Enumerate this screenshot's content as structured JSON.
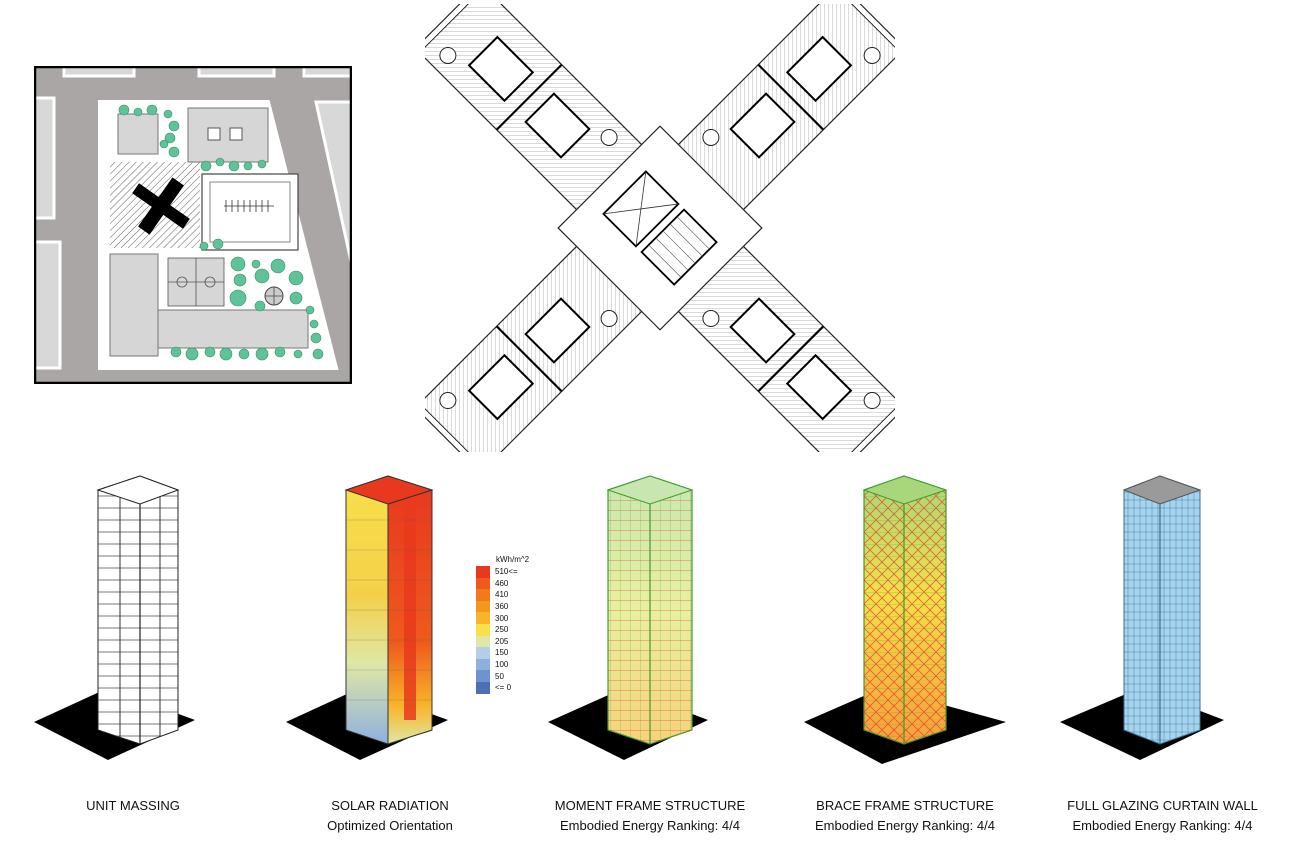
{
  "panels": [
    {
      "title": "UNIT MASSING",
      "subtitle": ""
    },
    {
      "title": "SOLAR RADIATION",
      "subtitle": "Optimized Orientation"
    },
    {
      "title": "MOMENT FRAME STRUCTURE",
      "subtitle": "Embodied Energy Ranking: 4/4"
    },
    {
      "title": "BRACE FRAME STRUCTURE",
      "subtitle": "Embodied Energy Ranking: 4/4"
    },
    {
      "title": "FULL GLAZING CURTAIN WALL",
      "subtitle": "Embodied Energy Ranking: 4/4"
    }
  ],
  "legend": {
    "title": "kWh/m^2",
    "stops": [
      {
        "label": "510<=",
        "color": "#e8391f"
      },
      {
        "label": "460",
        "color": "#ee5a1d"
      },
      {
        "label": "410",
        "color": "#f27a1c"
      },
      {
        "label": "360",
        "color": "#f5971d"
      },
      {
        "label": "300",
        "color": "#f8b52a"
      },
      {
        "label": "250",
        "color": "#f7e04a"
      },
      {
        "label": "205",
        "color": "#dfe7a6"
      },
      {
        "label": "150",
        "color": "#b6cde8"
      },
      {
        "label": "100",
        "color": "#8fb0df"
      },
      {
        "label": "50",
        "color": "#6f93cf"
      },
      {
        "label": "<= 0",
        "color": "#4f6fb5"
      }
    ]
  },
  "colors": {
    "road": "#a9a6a5",
    "tree": "#5fc39a",
    "glass": "#a6d4ee",
    "structure_green": "#3e9b2f",
    "structure_red": "#e23a2a"
  }
}
